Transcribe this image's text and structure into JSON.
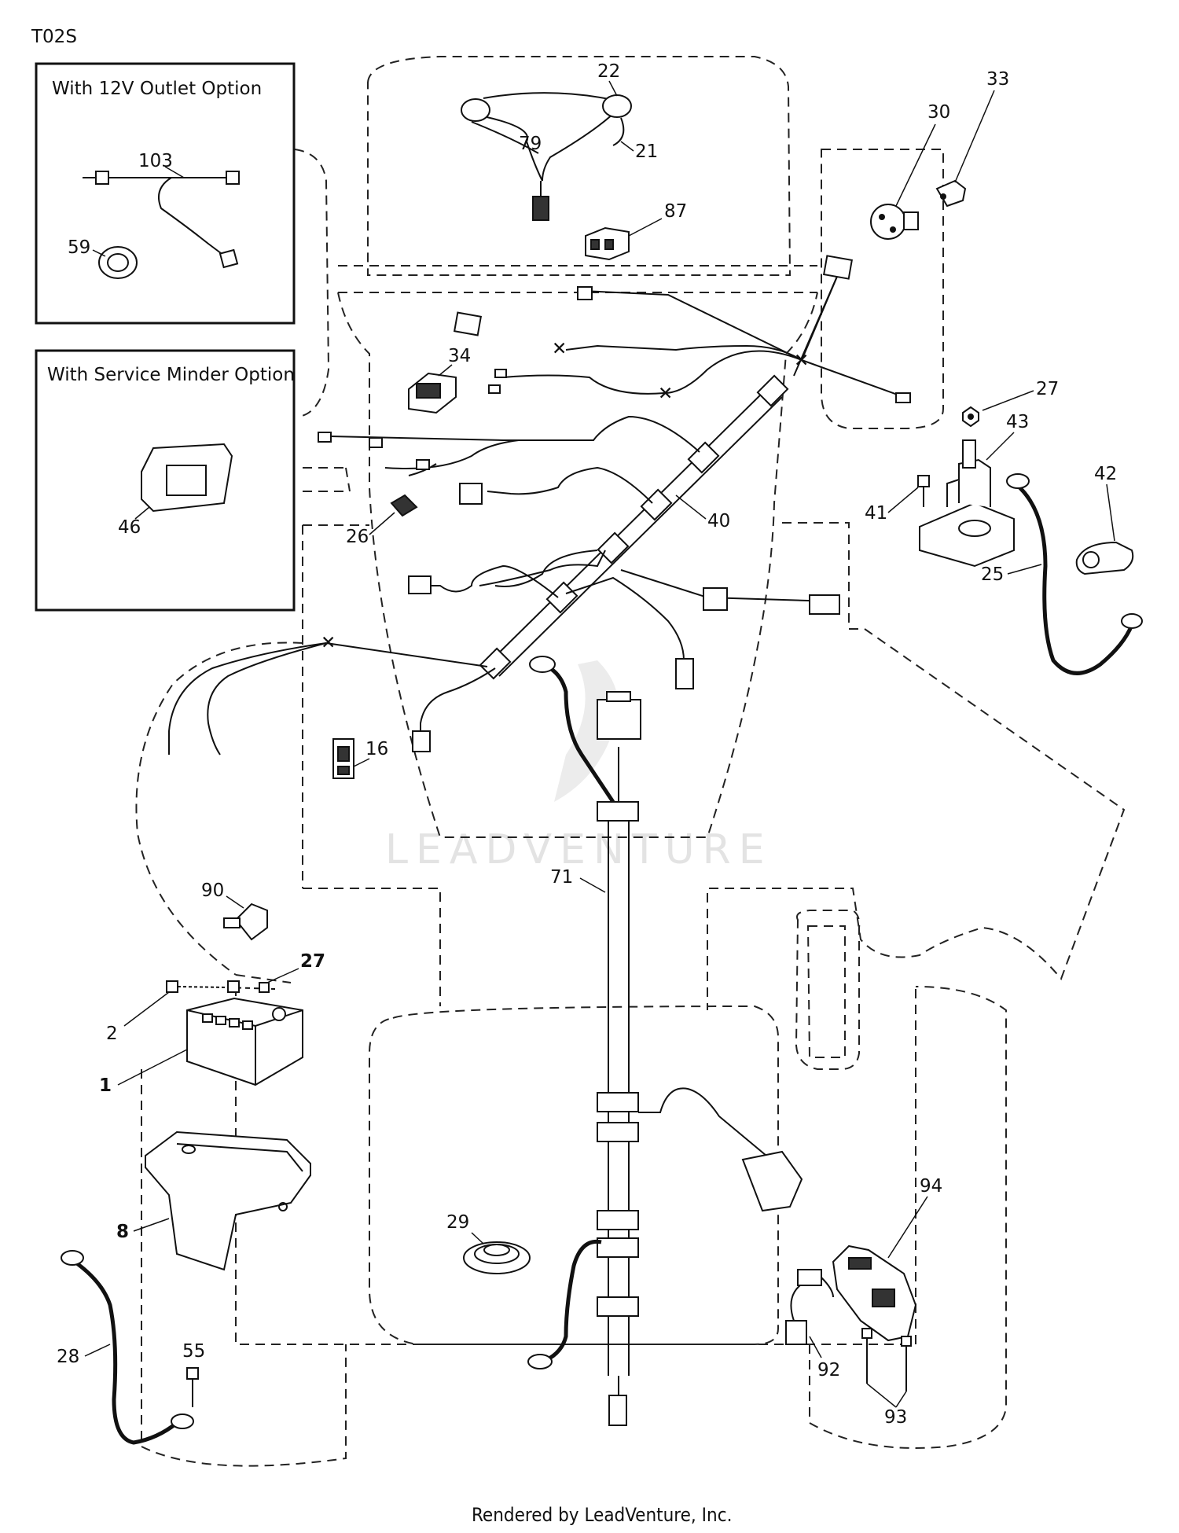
{
  "diagram_code": "T02S",
  "insets": {
    "outlet_option_title": "With 12V Outlet Option",
    "service_minder_title": "With Service Minder Option"
  },
  "watermark": "LEADVENTURE",
  "footer": "Rendered by LeadVenture, Inc.",
  "parts": {
    "p1": "1",
    "p2": "2",
    "p8": "8",
    "p16": "16",
    "p21": "21",
    "p22": "22",
    "p25": "25",
    "p26": "26",
    "p27a": "27",
    "p27b": "27",
    "p28": "28",
    "p29": "29",
    "p30": "30",
    "p33": "33",
    "p34": "34",
    "p40": "40",
    "p41": "41",
    "p42": "42",
    "p43": "43",
    "p46": "46",
    "p55": "55",
    "p59": "59",
    "p71": "71",
    "p79": "79",
    "p87": "87",
    "p90": "90",
    "p92": "92",
    "p93": "93",
    "p94": "94",
    "p103": "103"
  }
}
